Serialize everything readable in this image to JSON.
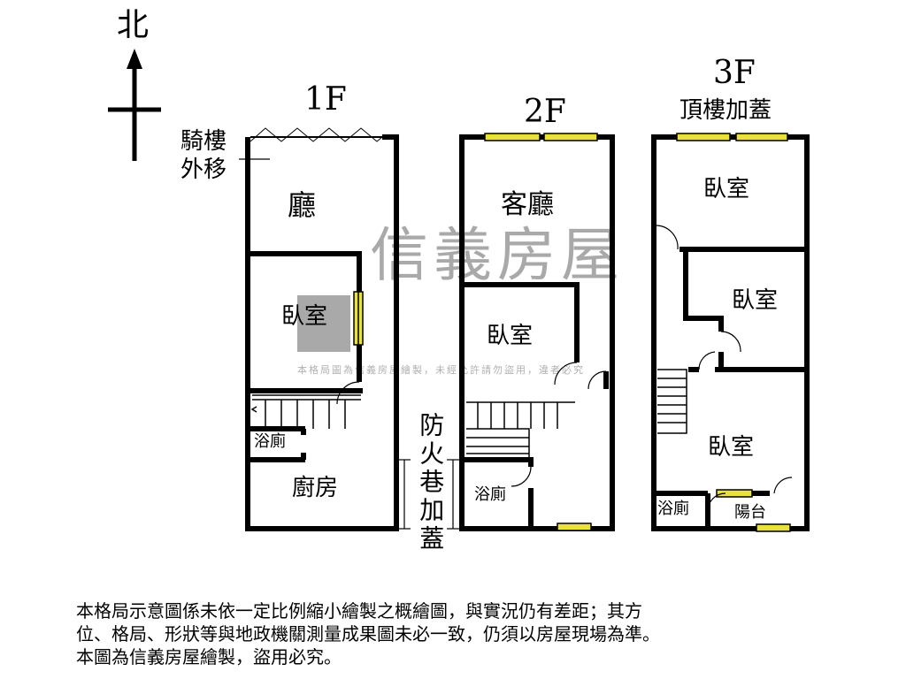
{
  "compass": {
    "north_label": "北"
  },
  "floors": [
    {
      "label": "1F",
      "arcade_note": "騎樓外移",
      "rooms": [
        "廳",
        "臥室",
        "浴廁",
        "廚房"
      ]
    },
    {
      "label": "2F",
      "rooms": [
        "客廳",
        "臥室",
        "浴廁"
      ]
    },
    {
      "label": "3F",
      "sublabel": "頂樓加蓋",
      "rooms": [
        "臥室",
        "臥室",
        "臥室",
        "浴廁",
        "陽台"
      ]
    }
  ],
  "fire_lane_note": "防火巷加蓋",
  "watermark": {
    "brand": "信義房屋",
    "notice": "本格局圖為信義房屋繪製，未經允許請勿盜用，違者必究"
  },
  "disclaimer": [
    "本格局示意圖係未依一定比例縮小繪製之概繪圖，與實況仍有差距；其方",
    "位、格局、形狀等與地政機關測量成果圖未必一致，仍須以房屋現場為準。",
    "本圖為信義房屋繪製，盜用必究。"
  ],
  "colors": {
    "wall": "#000000",
    "window": "#e8e23a",
    "watermark": "#a9a9a9"
  }
}
